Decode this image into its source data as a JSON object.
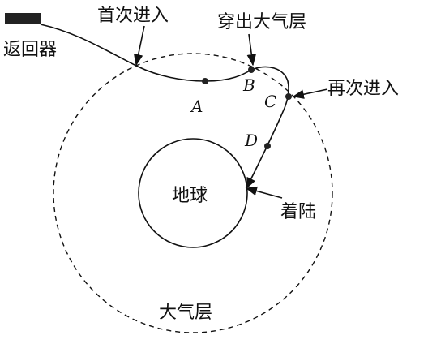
{
  "diagram": {
    "labels": {
      "capsule": "返回器",
      "first_entry": "首次进入",
      "exit_atmosphere": "穿出大气层",
      "reentry": "再次进入",
      "landing": "着陆",
      "earth": "地球",
      "atmosphere": "大气层"
    },
    "points": [
      "A",
      "B",
      "C",
      "D"
    ]
  }
}
